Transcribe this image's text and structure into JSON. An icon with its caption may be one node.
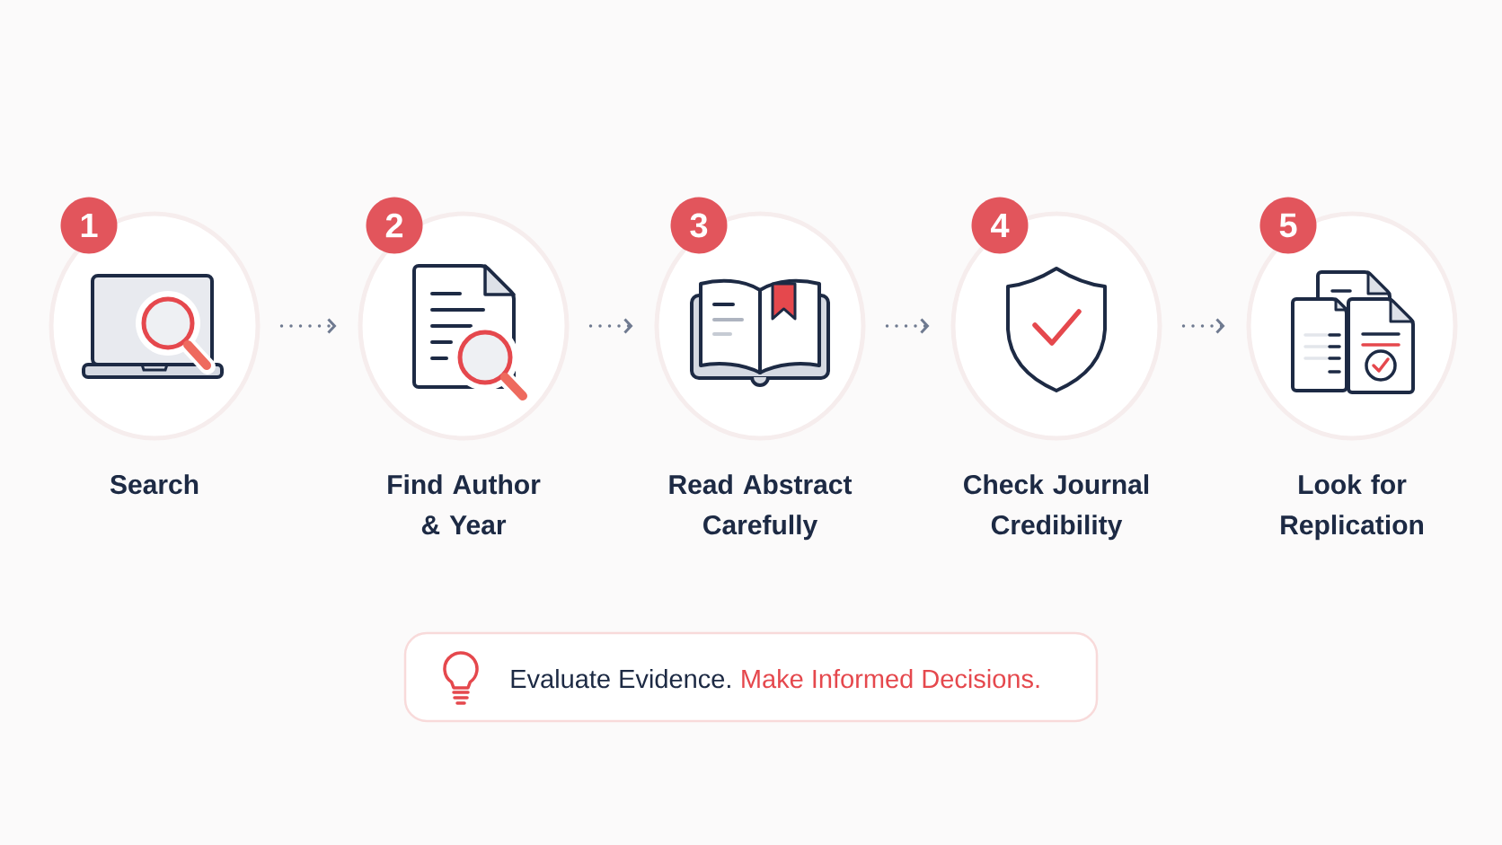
{
  "diagram": {
    "nodes": [
      {
        "text": [
          "1"
        ]
      },
      {
        "text": [
          "Search"
        ]
      },
      {
        "text": [
          "2"
        ]
      },
      {
        "text": [
          "Find Author & Year"
        ]
      },
      {
        "text": [
          "3"
        ]
      },
      {
        "text": [
          "Read Abstract Carefully"
        ]
      },
      {
        "text": [
          "4"
        ]
      },
      {
        "text": [
          "Check Journal Credibility"
        ]
      },
      {
        "text": [
          "5"
        ]
      },
      {
        "text": [
          "Look for Replication"
        ]
      },
      {
        "text": [
          "Evaluate Evidence.",
          "Make Informed Decisions."
        ]
      }
    ],
    "edges": [
      {
        "from": 1,
        "to": 3,
        "arrow": "to"
      },
      {
        "from": 3,
        "to": 5,
        "arrow": "to"
      },
      {
        "from": 5,
        "to": 7,
        "arrow": "to"
      },
      {
        "from": 7,
        "to": 9,
        "arrow": "to"
      }
    ]
  }
}
